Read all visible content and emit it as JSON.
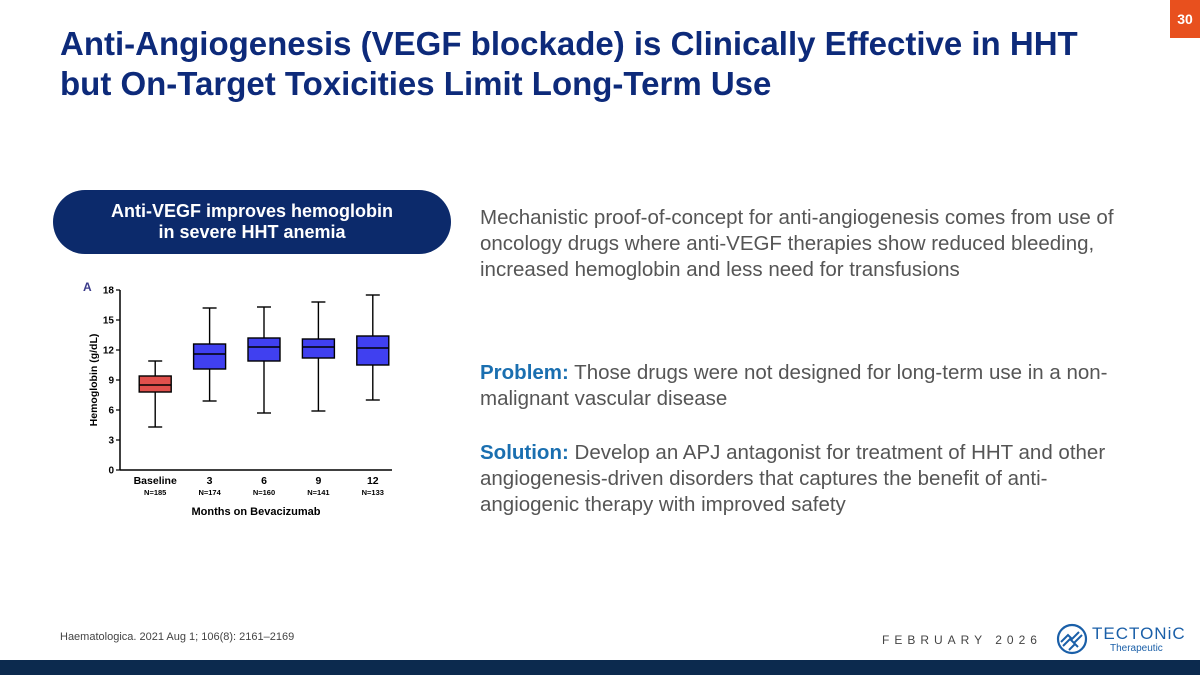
{
  "page_number": "30",
  "title": "Anti-Angiogenesis (VEGF blockade) is Clinically Effective in HHT but On-Target Toxicities Limit Long-Term Use",
  "pill": {
    "line1": "Anti-VEGF improves hemoglobin",
    "line2": "in severe HHT anemia"
  },
  "body": {
    "paragraph1": "Mechanistic proof-of-concept for anti-angiogenesis comes from use of oncology drugs where anti-VEGF therapies show reduced bleeding, increased hemoglobin and less need for transfusions",
    "problem_label": "Problem:",
    "problem_text": " Those drugs were not designed for long-term use in a non-malignant vascular disease",
    "solution_label": "Solution:",
    "solution_text": " Develop an APJ antagonist for treatment of HHT and other angiogenesis-driven disorders that captures the benefit of anti-angiogenic therapy with improved safety"
  },
  "citation": "Haematologica. 2021 Aug 1; 106(8): 2161–2169",
  "date": "FEBRUARY 2026",
  "logo": {
    "name": "TECTONiC",
    "sub": "Therapeutic",
    "icon": "tectonic-logo-icon"
  },
  "colors": {
    "title": "#0d2a7a",
    "accent": "#e8501e",
    "pill": "#0c2a6b",
    "baseline_box": "#e0504c",
    "treatment_box": "#4040f0",
    "footer": "#0c2a4e",
    "keyword": "#1a6fb0"
  },
  "chart_data": {
    "type": "box",
    "panel_label": "A",
    "ylabel": "Hemoglobin (g/dL)",
    "xlabel": "Months on Bevacizumab",
    "ylim": [
      0,
      18
    ],
    "yticks": [
      0,
      3,
      6,
      9,
      12,
      15,
      18
    ],
    "categories": [
      "Baseline",
      "3",
      "6",
      "9",
      "12"
    ],
    "n_labels": [
      "N=185",
      "N=174",
      "N=160",
      "N=141",
      "N=133"
    ],
    "boxes": [
      {
        "min": 4.3,
        "q1": 7.8,
        "median": 8.5,
        "q3": 9.4,
        "max": 10.9,
        "color": "#e0504c"
      },
      {
        "min": 6.9,
        "q1": 10.1,
        "median": 11.6,
        "q3": 12.6,
        "max": 16.2,
        "color": "#4040f0"
      },
      {
        "min": 5.7,
        "q1": 10.9,
        "median": 12.3,
        "q3": 13.2,
        "max": 16.3,
        "color": "#4040f0"
      },
      {
        "min": 5.9,
        "q1": 11.2,
        "median": 12.3,
        "q3": 13.1,
        "max": 16.8,
        "color": "#4040f0"
      },
      {
        "min": 7.0,
        "q1": 10.5,
        "median": 12.2,
        "q3": 13.4,
        "max": 17.5,
        "color": "#4040f0"
      }
    ]
  }
}
